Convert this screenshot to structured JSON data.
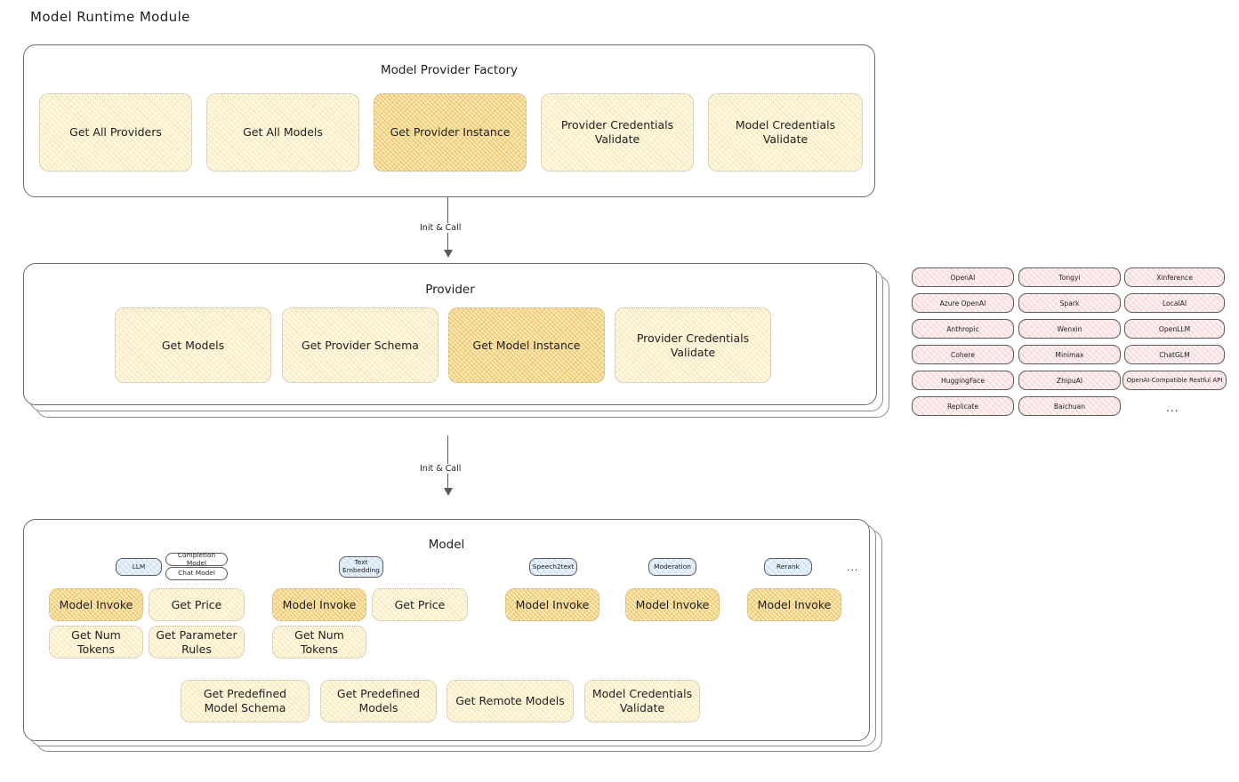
{
  "page": {
    "title": "Model Runtime Module"
  },
  "factory": {
    "title": "Model Provider Factory",
    "boxes": [
      {
        "label": "Get All Providers",
        "highlight": false
      },
      {
        "label": "Get All Models",
        "highlight": false
      },
      {
        "label": "Get Provider Instance",
        "highlight": true
      },
      {
        "label": "Provider Credentials Validate",
        "highlight": false
      },
      {
        "label": "Model Credentials Validate",
        "highlight": false
      }
    ]
  },
  "arrows": [
    {
      "label": "Init & Call"
    },
    {
      "label": "Init & Call"
    }
  ],
  "provider": {
    "title": "Provider",
    "boxes": [
      {
        "label": "Get Models",
        "highlight": false
      },
      {
        "label": "Get Provider Schema",
        "highlight": false
      },
      {
        "label": "Get Model Instance",
        "highlight": true
      },
      {
        "label": "Provider Credentials Validate",
        "highlight": false
      }
    ]
  },
  "provider_list": {
    "columns": [
      {
        "items": [
          "OpenAI",
          "Azure OpenAI",
          "Anthropic",
          "Cohere",
          "HuggingFace",
          "Replicate"
        ]
      },
      {
        "items": [
          "Tongyi",
          "Spark",
          "Wenxin",
          "Minimax",
          "ZhipuAI",
          "Baichuan"
        ]
      },
      {
        "items": [
          "Xinference",
          "LocalAI",
          "OpenLLM",
          "ChatGLM",
          "OpenAI-Compatible Restful API"
        ]
      }
    ],
    "ellipsis": "..."
  },
  "model": {
    "title": "Model",
    "ellipsis": "...",
    "types": [
      {
        "badge": "LLM",
        "badge_style": "blue",
        "subtags": [
          "Completion Model",
          "Chat Model"
        ],
        "methods": [
          {
            "label": "Model Invoke",
            "highlight": true
          },
          {
            "label": "Get Price",
            "highlight": false
          },
          {
            "label": "Get Num Tokens",
            "highlight": false
          },
          {
            "label": "Get Parameter Rules",
            "highlight": false
          }
        ]
      },
      {
        "badge": "Text Embedding",
        "badge_style": "blue",
        "subtags": [],
        "methods": [
          {
            "label": "Model Invoke",
            "highlight": true
          },
          {
            "label": "Get Price",
            "highlight": false
          },
          {
            "label": "Get Num Tokens",
            "highlight": false
          }
        ]
      },
      {
        "badge": "Speech2text",
        "badge_style": "blue",
        "subtags": [],
        "methods": [
          {
            "label": "Model Invoke",
            "highlight": true
          }
        ]
      },
      {
        "badge": "Moderation",
        "badge_style": "blue",
        "subtags": [],
        "methods": [
          {
            "label": "Model Invoke",
            "highlight": true
          }
        ]
      },
      {
        "badge": "Rerank",
        "badge_style": "blue",
        "subtags": [],
        "methods": [
          {
            "label": "Model Invoke",
            "highlight": true
          }
        ]
      }
    ],
    "common_methods": [
      {
        "label": "Get Predefined Model Schema"
      },
      {
        "label": "Get Predefined Models"
      },
      {
        "label": "Get Remote Models"
      },
      {
        "label": "Model Credentials Validate"
      }
    ]
  },
  "colors": {
    "highlight_fill": "#fbebc4",
    "light_fill": "#fdf7e3",
    "provider_chip_fill": "#fdf1f1",
    "badge_fill": "#e9f2fb",
    "stroke": "#5d5d5d"
  }
}
